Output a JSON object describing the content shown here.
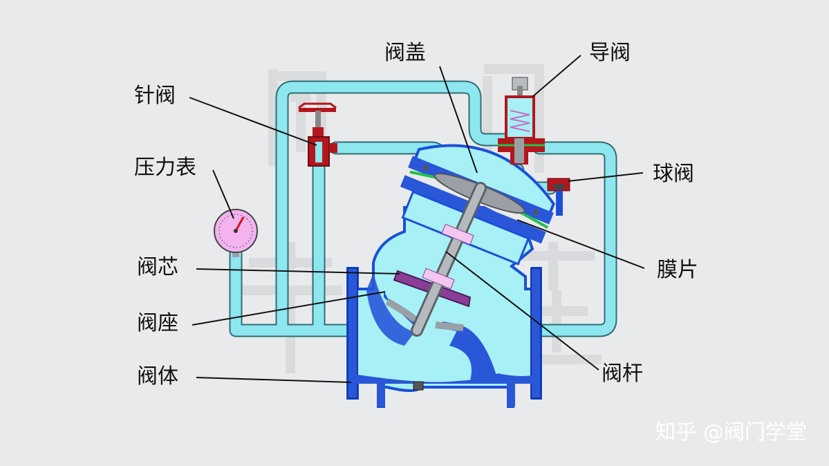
{
  "labels": {
    "needle_valve": "针阀",
    "pressure_gauge": "压力表",
    "valve_core": "阀芯",
    "valve_seat": "阀座",
    "valve_body": "阀体",
    "bonnet": "阀盖",
    "pilot_valve": "导阀",
    "ball_valve": "球阀",
    "diaphragm": "膜片",
    "stem": "阀杆"
  },
  "watermark": "知乎 @阀门学堂",
  "colors": {
    "pipe": "#8ee6ef",
    "body_fill": "#a6f0f6",
    "body_outline": "#1b4fd6",
    "diaphragm": "#22c04a",
    "disc": "#8a3e97",
    "red_part": "#b3161c",
    "gauge": "#f2b3ee",
    "background": "#e9eaeb"
  }
}
